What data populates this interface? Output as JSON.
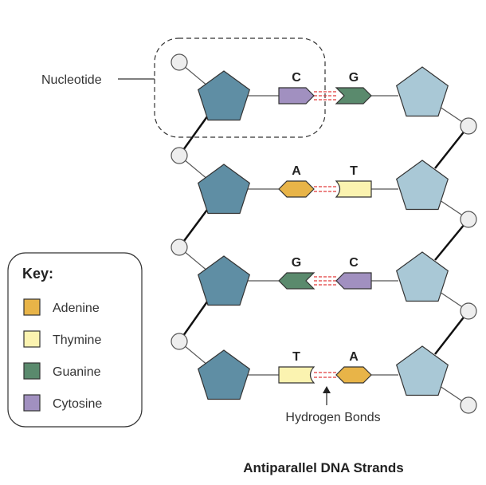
{
  "colors": {
    "sugar_left": "#5f8ea4",
    "sugar_right": "#a9c8d6",
    "adenine": "#e8b448",
    "thymine": "#fbf3b0",
    "guanine": "#5a8a6d",
    "cytosine": "#a190c0",
    "phosphate": "#eeeeee",
    "hbond": "#e03a3a"
  },
  "labels": {
    "nucleotide": "Nucleotide",
    "hydrogen_bonds": "Hydrogen Bonds",
    "title": "Antiparallel DNA Strands"
  },
  "pairs": [
    {
      "left_letter": "C",
      "right_letter": "G",
      "left_base": "cytosine",
      "right_base": "guanine"
    },
    {
      "left_letter": "A",
      "right_letter": "T",
      "left_base": "adenine",
      "right_base": "thymine"
    },
    {
      "left_letter": "G",
      "right_letter": "C",
      "left_base": "guanine",
      "right_base": "cytosine"
    },
    {
      "left_letter": "T",
      "right_letter": "A",
      "left_base": "thymine",
      "right_base": "adenine"
    }
  ],
  "key": {
    "title": "Key:",
    "items": [
      {
        "label": "Adenine",
        "color": "#e8b448"
      },
      {
        "label": "Thymine",
        "color": "#fbf3b0"
      },
      {
        "label": "Guanine",
        "color": "#5a8a6d"
      },
      {
        "label": "Cytosine",
        "color": "#a190c0"
      }
    ]
  }
}
